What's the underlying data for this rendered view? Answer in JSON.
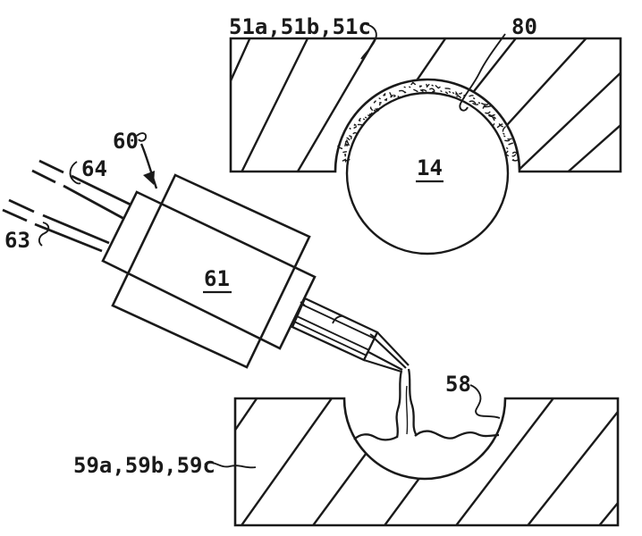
{
  "figure": {
    "kind": "patent-drawing",
    "background_color": "#ffffff",
    "ink_color": "#1a1a1a",
    "labels": {
      "upper_mold": "51a,51b,51c",
      "coating": "80",
      "ball": "14",
      "assembly_arrow": "60",
      "wires_upper": "64",
      "wires_lower": "63",
      "dispenser": "61",
      "melt_stream": "58",
      "lower_mold": "59a,59b,59c"
    }
  }
}
